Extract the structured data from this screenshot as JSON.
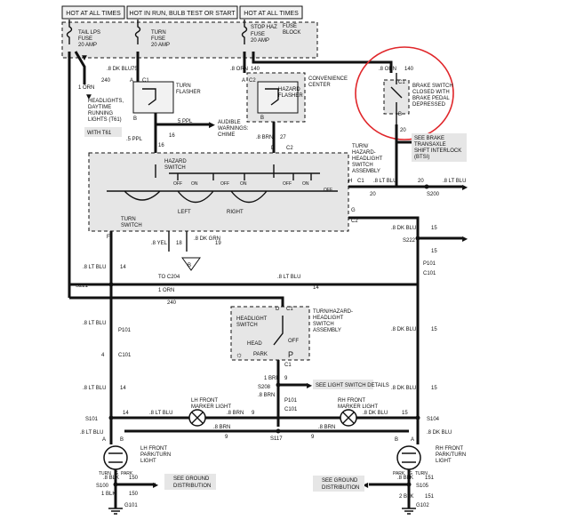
{
  "colors": {
    "line": "#111111",
    "highlight": "#e0262a",
    "panel": "#e6e6e6"
  },
  "header": {
    "hot_at_all_times_left": "HOT AT ALL TIMES",
    "hot_in_run": "HOT IN RUN, BULB TEST OR START",
    "hot_at_all_times_right": "HOT AT ALL TIMES"
  },
  "fuse_block": {
    "label": [
      "FUSE",
      "BLOCK"
    ],
    "tail_lps": [
      "TAIL LPS",
      "FUSE",
      "20 AMP"
    ],
    "turn": [
      "TURN",
      "FUSE",
      "20 AMP"
    ],
    "stop_haz": [
      "STOP HAZ",
      "FUSE",
      "20 AMP"
    ]
  },
  "components": {
    "turn_flasher": [
      "TURN",
      "FLASHER"
    ],
    "convenience_center": [
      "CONVENIENCE",
      "CENTER"
    ],
    "hazard_flasher": [
      "HAZARD",
      "FLASHER"
    ],
    "brake_switch": [
      "BRAKE SWITCH",
      "CLOSED WITH",
      "BRAKE PEDAL",
      "DEPRESSED"
    ],
    "headlights_drl": [
      "HEADLIGHTS,",
      "DAYTIME",
      "RUNNING",
      "LIGHTS (T61)"
    ],
    "with_t61": "WITH T61",
    "audible_warnings": [
      "AUDIBLE",
      "WARNINGS:",
      "CHIME"
    ],
    "see_brake_transaxle": [
      "SEE BRAKE",
      "TRANSAXLE",
      "SHIFT INTERLOCK",
      "(BTSI)"
    ],
    "turn_hazard_headlight_top": [
      "TURN/",
      "HAZARD-",
      "HEADLIGHT",
      "SWITCH",
      "ASSEMBLY"
    ],
    "hazard_switch": [
      "HAZARD",
      "SWITCH"
    ],
    "turn_switch": [
      "TURN",
      "SWITCH"
    ],
    "left": "LEFT",
    "right": "RIGHT",
    "headlight_switch": [
      "HEADLIGHT",
      "SWITCH"
    ],
    "turn_hazard_headlight_mid": [
      "TURN/HAZARD-",
      "HEADLIGHT",
      "SWITCH",
      "ASSEMBLY"
    ],
    "head": "HEAD",
    "park": "PARK",
    "off": "OFF",
    "see_light_switch": "SEE LIGHT SWITCH DETAILS",
    "lh_front_marker": [
      "LH FRONT",
      "MARKER LIGHT"
    ],
    "rh_front_marker": [
      "RH FRONT",
      "MARKER LIGHT"
    ],
    "lh_front_park_turn": [
      "LH FRONT",
      "PARK/TURN",
      "LIGHT"
    ],
    "rh_front_park_turn": [
      "RH FRONT",
      "PARK/TURN",
      "LIGHT"
    ],
    "see_ground_left": [
      "SEE GROUND",
      "DISTRIBUTION"
    ],
    "see_ground_right": [
      "SEE GROUND",
      "DISTRIBUTION"
    ]
  },
  "switch_positions": {
    "off": "OFF",
    "on": "ON"
  },
  "wires": {
    "dk_blu_75": ".8 DK BLU",
    "n75": "75",
    "orn_140a": ".8 ORN",
    "n140a": "140",
    "orn_140b": ".8 ORN",
    "n140b": "140",
    "orn_240": "1 ORN",
    "n240": "240",
    "ppl_5": "5 PPL",
    "n16a": "16",
    "ppl_16": ".5 PPL",
    "n16b": "16",
    "brn_27": ".8 BRN",
    "n27": "27",
    "lt_blu_20a": ".8 LT BLU",
    "n20a": "20",
    "n20b": "20",
    "lt_blu_20b": ".8 LT BLU",
    "n20c": "20",
    "dk_blu_15a": ".8 DK BLU",
    "n15a": "15",
    "n15b": "15",
    "yel_18": ".8 YEL",
    "n18": "18",
    "dk_grn_19": ".8 DK GRN",
    "n19": "19",
    "lt_blu_14a": ".8 LT BLU",
    "n14a": "14",
    "to_c204": "TO C204",
    "lt_blu_14b": ".8 LT BLU",
    "n14b": "14",
    "orn_240b": "1 ORN",
    "n240b": "240",
    "lt_blu_14c": ".8 LT BLU",
    "n14c": "14",
    "dk_blu_15b": ".8 DK BLU",
    "n15c": "15",
    "lt_blu_14d": ".8 LT BLU",
    "n14d": "14",
    "dk_blu_15c": ".8 DK BLU",
    "n15d": "15",
    "brn_9a": "1 BRN",
    "n9a": "9",
    "brn_9b": ".8 BRN",
    "n9b": "9",
    "lt_blu_14e": ".8 LT BLU",
    "n14e": "14",
    "brn_9c": ".8 BRN",
    "n9c": "9",
    "dk_blu_15d": ".8 DK BLU",
    "n15e": "15",
    "lt_blu_14f": ".8 LT BLU",
    "brn_9d": ".8 BRN",
    "n9d": "9",
    "brn_9e": ".8 BRN",
    "n9e": "9",
    "dk_blu_15f": ".8 DK BLU",
    "blk_150a": ".8 BLK",
    "n150a": "150",
    "blk_150b": "1 BLK",
    "n150b": "150",
    "blk_151a": ".8 BLK",
    "n151a": "151",
    "blk_151b": "2 BLK",
    "n151b": "151"
  },
  "connectors": {
    "a1": "A",
    "c1": "C1",
    "b1": "B",
    "a2": "A",
    "c2": "C2",
    "b2": "B",
    "d1": "D",
    "c2b": "C2",
    "c1b": "C1",
    "b3": "B",
    "h": "H",
    "c1c": "C1",
    "g": "G",
    "c2c": "C2",
    "f": "F",
    "n4": "4",
    "s200": "S200",
    "s222": "S222",
    "p101": "P101",
    "c101": "C101",
    "s221": "S221",
    "p101b": "P101",
    "c101b": "C101",
    "s208": "S208",
    "p101c": "P101",
    "c101c": "C101",
    "s101": "S101",
    "s104": "S104",
    "s117": "S117",
    "s100": "S100",
    "s105": "S105",
    "g101": "G101",
    "g102": "G102",
    "lh_turn": "TURN",
    "lh_g": "G",
    "lh_park": "PARK",
    "rh_park": "PARK",
    "rh_g": "G",
    "rh_turn": "TURN",
    "a_l": "A",
    "b_l": "B",
    "a_r": "A",
    "b_r": "B"
  }
}
